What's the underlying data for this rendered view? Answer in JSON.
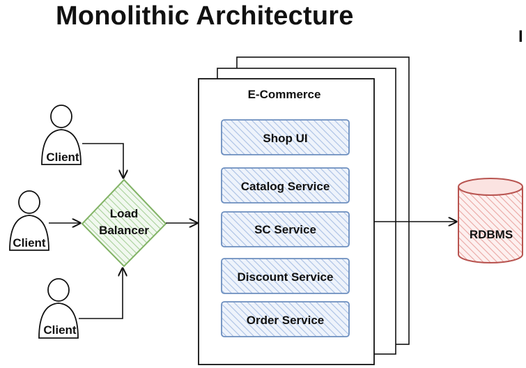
{
  "title": "Monolithic Architecture",
  "edge_glyph": "I",
  "clients": [
    {
      "label": "Client"
    },
    {
      "label": "Client"
    },
    {
      "label": "Client"
    }
  ],
  "load_balancer": {
    "line1": "Load",
    "line2": "Balancer"
  },
  "app": {
    "title": "E-Commerce",
    "services": [
      {
        "label": "Shop UI"
      },
      {
        "label": "Catalog Service"
      },
      {
        "label": "SC Service"
      },
      {
        "label": "Discount Service"
      },
      {
        "label": "Order Service"
      }
    ]
  },
  "database": {
    "label": "RDBMS"
  },
  "colors": {
    "service_border": "#6c8ebf",
    "service_fill": "#dae8fc",
    "balancer_border": "#82b366",
    "balancer_fill": "#d5e8d4",
    "db_border": "#b85450",
    "db_fill": "#f8cecc",
    "ink": "#111111"
  }
}
